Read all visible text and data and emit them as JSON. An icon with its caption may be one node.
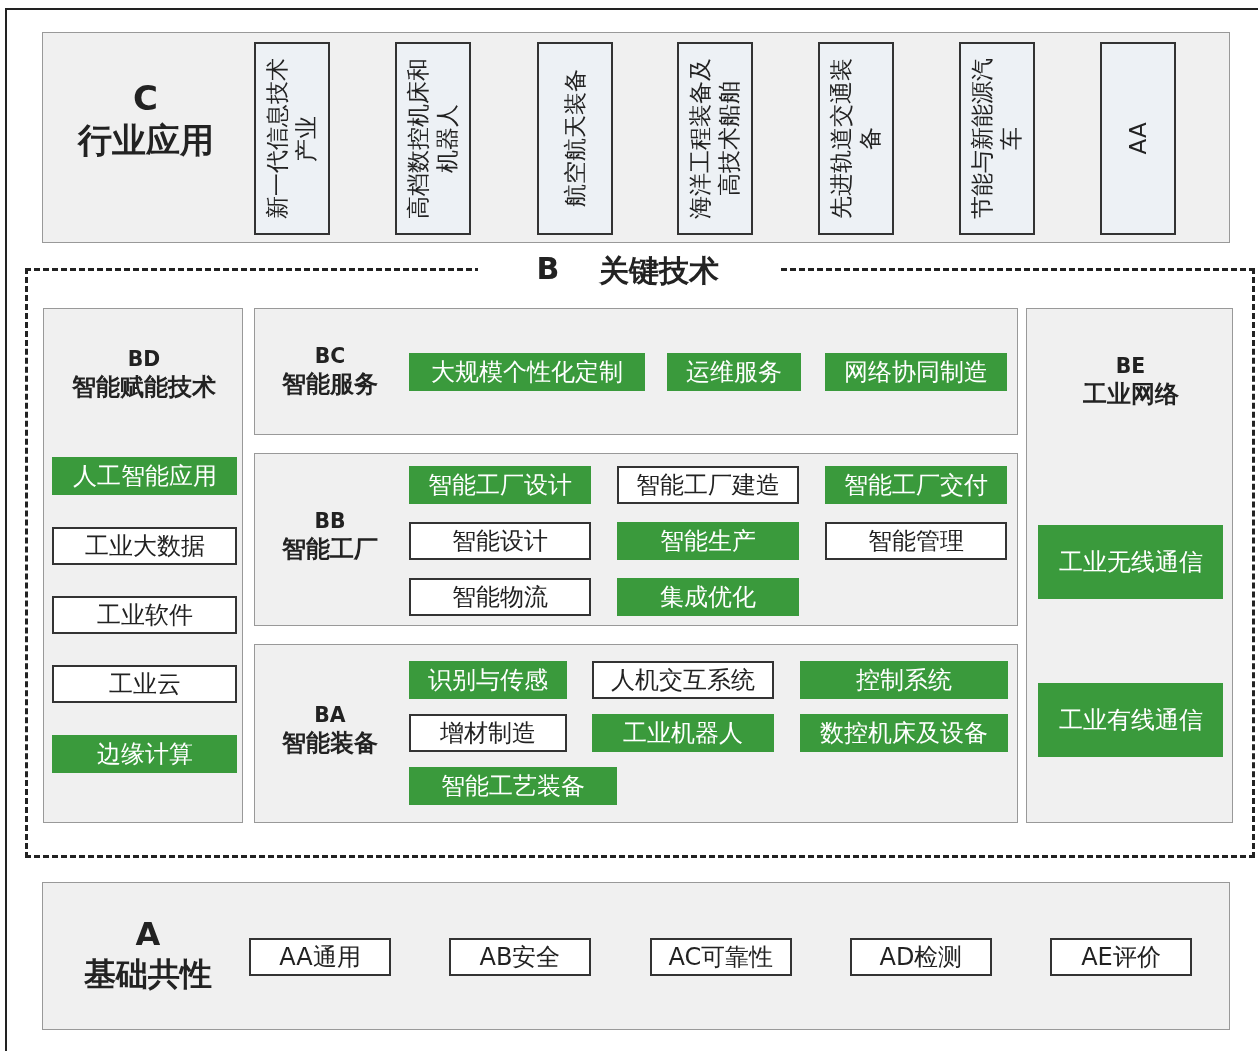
{
  "diagram": {
    "nodes": [
      {
        "text": [
          "C",
          "行业应用"
        ]
      },
      {
        "text": [
          "新一代信息技术产业"
        ],
        "in": 0
      },
      {
        "text": [
          "高档数控机床和机器人"
        ],
        "in": 0
      },
      {
        "text": [
          "航空航天装备"
        ],
        "in": 0
      },
      {
        "text": [
          "海洋工程装备及高技术船舶"
        ],
        "in": 0
      },
      {
        "text": [
          "先进轨道交通装备"
        ],
        "in": 0
      },
      {
        "text": [
          "节能与新能源汽车"
        ],
        "in": 0
      },
      {
        "text": [
          "AA"
        ],
        "in": 0
      },
      {
        "text": [
          "B",
          "关键技术"
        ]
      },
      {
        "text": [
          "BD",
          "智能赋能技术"
        ],
        "in": 8
      },
      {
        "text": [
          "人工智能应用"
        ],
        "in": 9
      },
      {
        "text": [
          "工业大数据"
        ],
        "in": 9
      },
      {
        "text": [
          "工业软件"
        ],
        "in": 9
      },
      {
        "text": [
          "工业云"
        ],
        "in": 9
      },
      {
        "text": [
          "边缘计算"
        ],
        "in": 9
      },
      {
        "text": [
          "BC",
          "智能服务"
        ],
        "in": 8
      },
      {
        "text": [
          "大规模个性化定制"
        ],
        "in": 15
      },
      {
        "text": [
          "运维服务"
        ],
        "in": 15
      },
      {
        "text": [
          "网络协同制造"
        ],
        "in": 15
      },
      {
        "text": [
          "BB",
          "智能工厂"
        ],
        "in": 8
      },
      {
        "text": [
          "智能工厂设计"
        ],
        "in": 19
      },
      {
        "text": [
          "智能工厂建造"
        ],
        "in": 19
      },
      {
        "text": [
          "智能工厂交付"
        ],
        "in": 19
      },
      {
        "text": [
          "智能设计"
        ],
        "in": 19
      },
      {
        "text": [
          "智能生产"
        ],
        "in": 19
      },
      {
        "text": [
          "智能管理"
        ],
        "in": 19
      },
      {
        "text": [
          "智能物流"
        ],
        "in": 19
      },
      {
        "text": [
          "集成优化"
        ],
        "in": 19
      },
      {
        "text": [
          "BA",
          "智能装备"
        ],
        "in": 8
      },
      {
        "text": [
          "识别与传感"
        ],
        "in": 28
      },
      {
        "text": [
          "人机交互系统"
        ],
        "in": 28
      },
      {
        "text": [
          "控制系统"
        ],
        "in": 28
      },
      {
        "text": [
          "增材制造"
        ],
        "in": 28
      },
      {
        "text": [
          "工业机器人"
        ],
        "in": 28
      },
      {
        "text": [
          "数控机床及设备"
        ],
        "in": 28
      },
      {
        "text": [
          "智能工艺装备"
        ],
        "in": 28
      },
      {
        "text": [
          "BE",
          "工业网络"
        ],
        "in": 8
      },
      {
        "text": [
          "工业无线通信"
        ],
        "in": 36
      },
      {
        "text": [
          "工业有线通信"
        ],
        "in": 36
      },
      {
        "text": [
          "A",
          "基础共性"
        ]
      },
      {
        "text": [
          "AA通用"
        ],
        "in": 39
      },
      {
        "text": [
          "AB安全"
        ],
        "in": 39
      },
      {
        "text": [
          "AC可靠性"
        ],
        "in": 39
      },
      {
        "text": [
          "AD检测"
        ],
        "in": 39
      },
      {
        "text": [
          "AE评价"
        ],
        "in": 39
      }
    ]
  }
}
